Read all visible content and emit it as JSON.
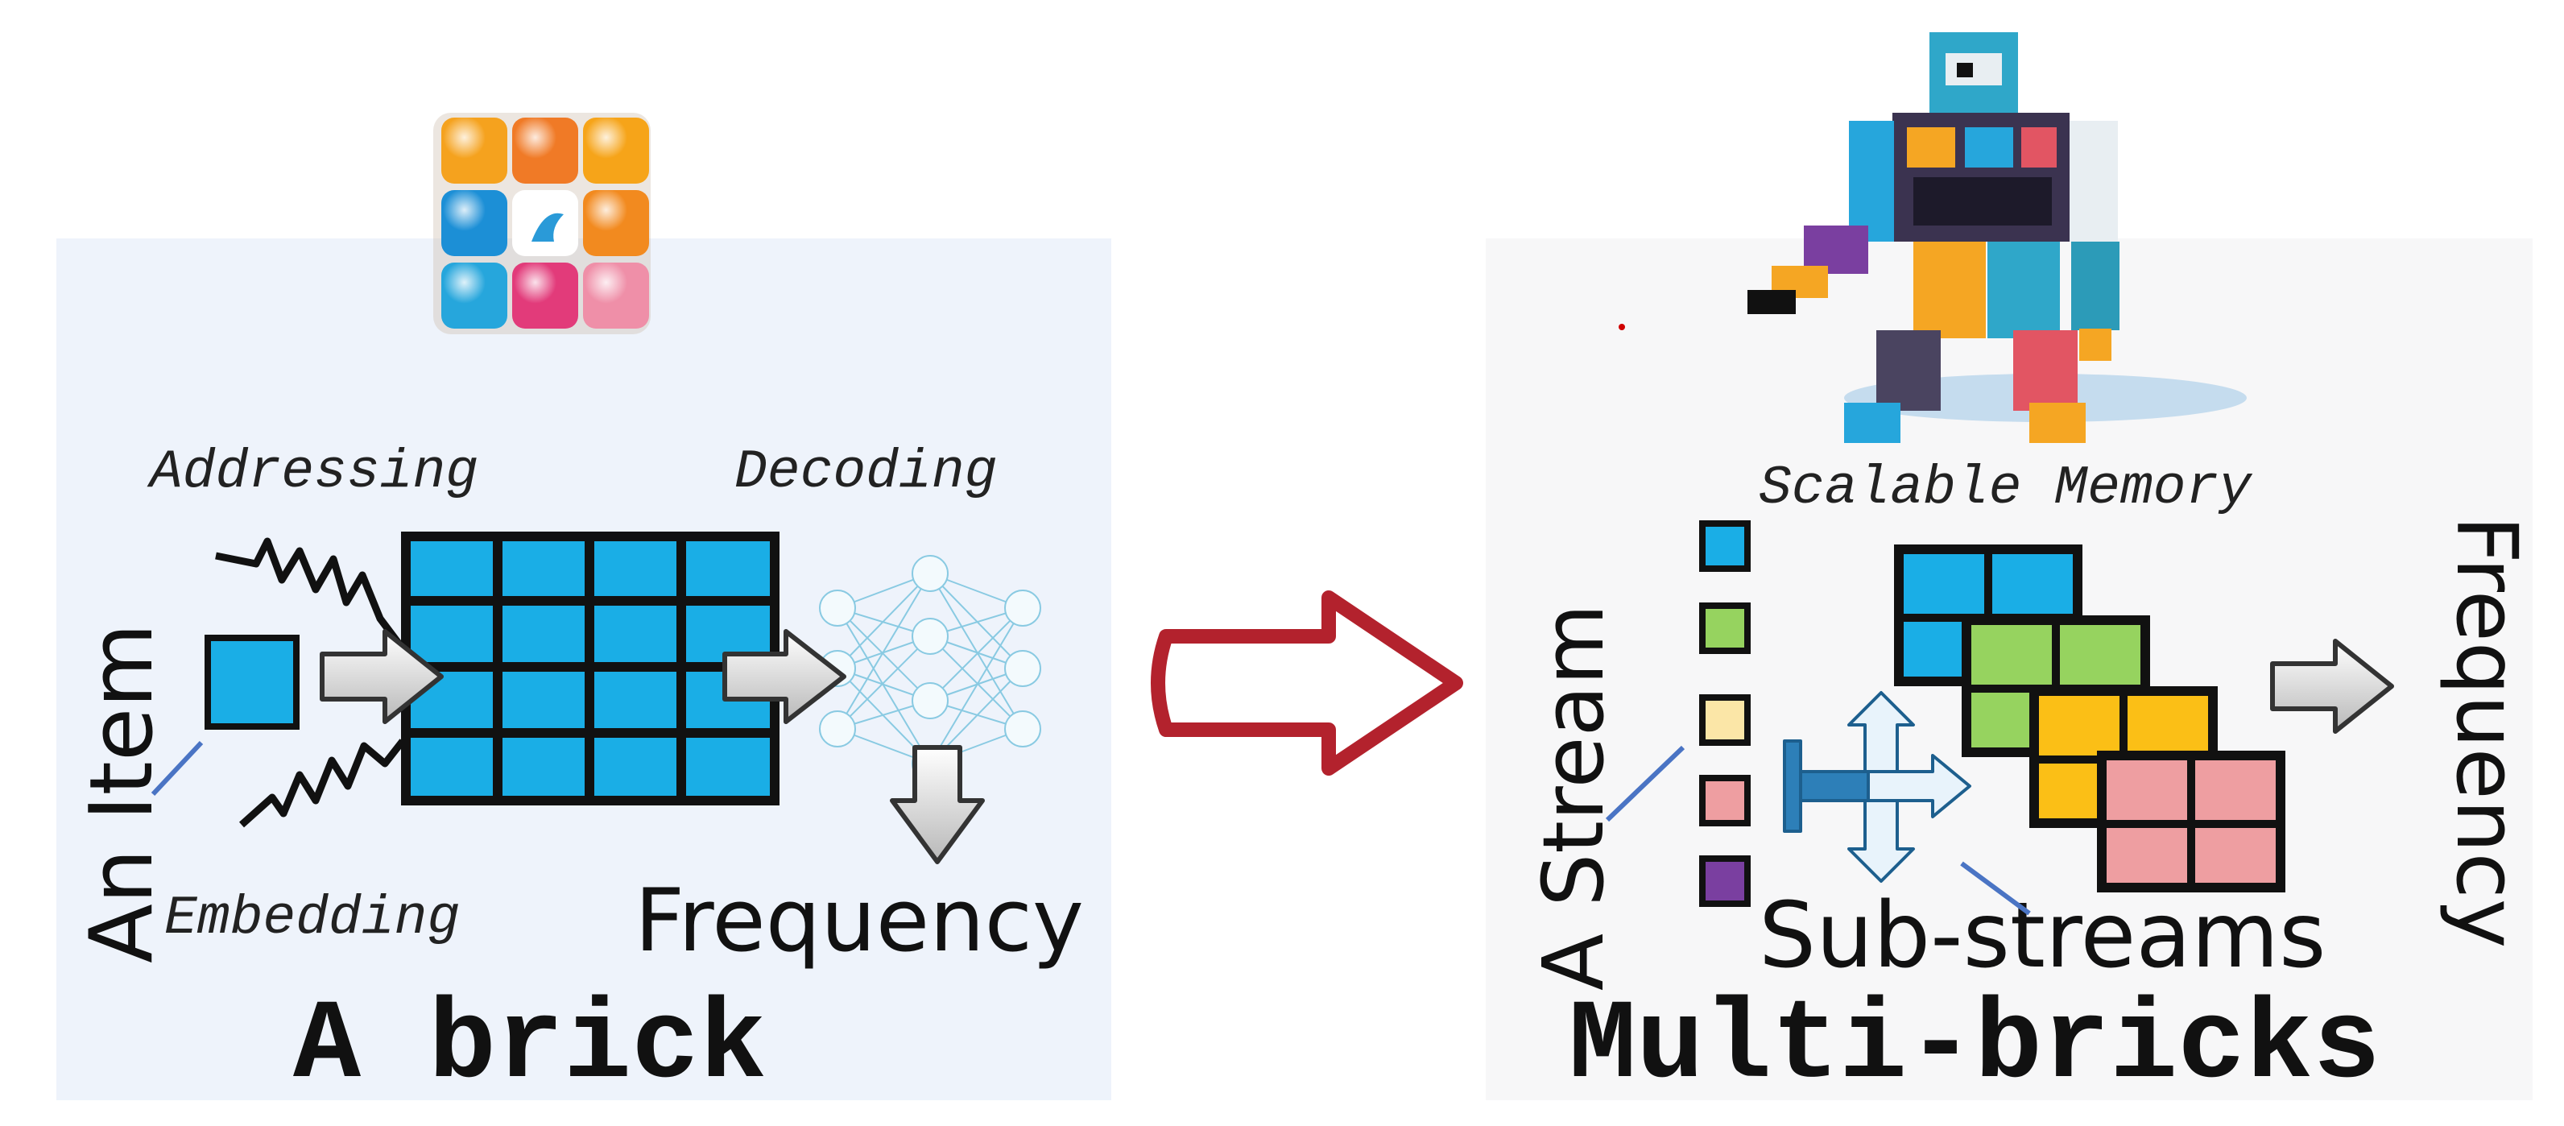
{
  "left": {
    "title": "A brick",
    "labels": {
      "addressing": "Addressing",
      "decoding": "Decoding",
      "item": "An Item",
      "embedding": "Embedding",
      "frequency": "Frequency"
    }
  },
  "right": {
    "title": "Multi-bricks",
    "labels": {
      "memory": "Scalable Memory",
      "stream": "A Stream",
      "substreams": "Sub-streams",
      "frequency": "Frequency"
    }
  },
  "colors": {
    "blue": "#1aaee6",
    "green": "#96d35f",
    "yellow": "#fbbf16",
    "pink": "#ee9ea1",
    "cream": "#fbe6a7",
    "purple": "#7a3fa0",
    "arrow_red": "#b3222d",
    "line_blue": "#4a74c4"
  },
  "icons": {
    "gem_grid": "gem-grid-icon",
    "robot": "pixel-robot-icon",
    "network": "neural-network-icon",
    "split": "split-arrow-icon"
  }
}
